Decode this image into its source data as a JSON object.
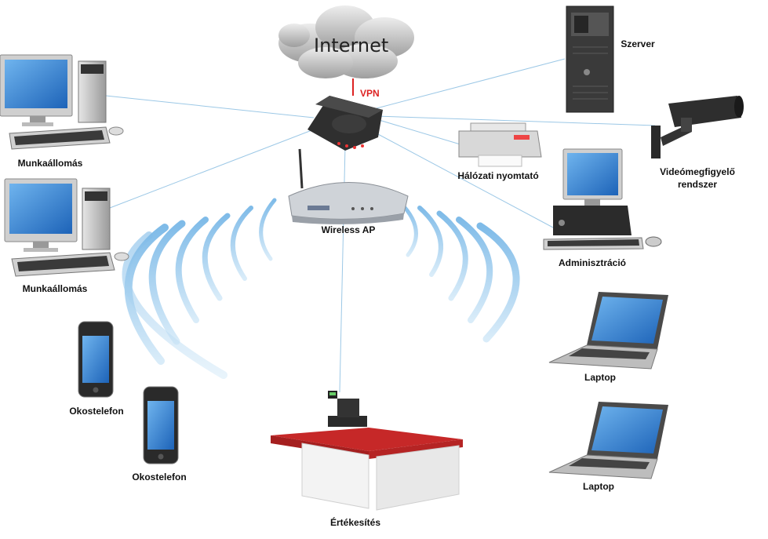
{
  "cloud": {
    "label": "Internet"
  },
  "vpn_label": "VPN",
  "nodes": {
    "workstation1": "Munkaállomás",
    "workstation2": "Munkaállomás",
    "phone1": "Okostelefon",
    "phone2": "Okostelefon",
    "wireless_ap": "Wireless AP",
    "sales": "Értékesítés",
    "server": "Szerver",
    "camera_line1": "Videómegfigyelő",
    "camera_line2": "rendszer",
    "printer": "Hálózati nyomtató",
    "admin": "Adminisztráció",
    "laptop1": "Laptop",
    "laptop2": "Laptop"
  },
  "colors": {
    "link": "#9cc8e6",
    "wifi": "#8fc3ea",
    "vpn": "#dd2222",
    "device_dark": "#2b2b2b",
    "screen": "#1e78d2",
    "counter_red": "#d42a2a"
  }
}
